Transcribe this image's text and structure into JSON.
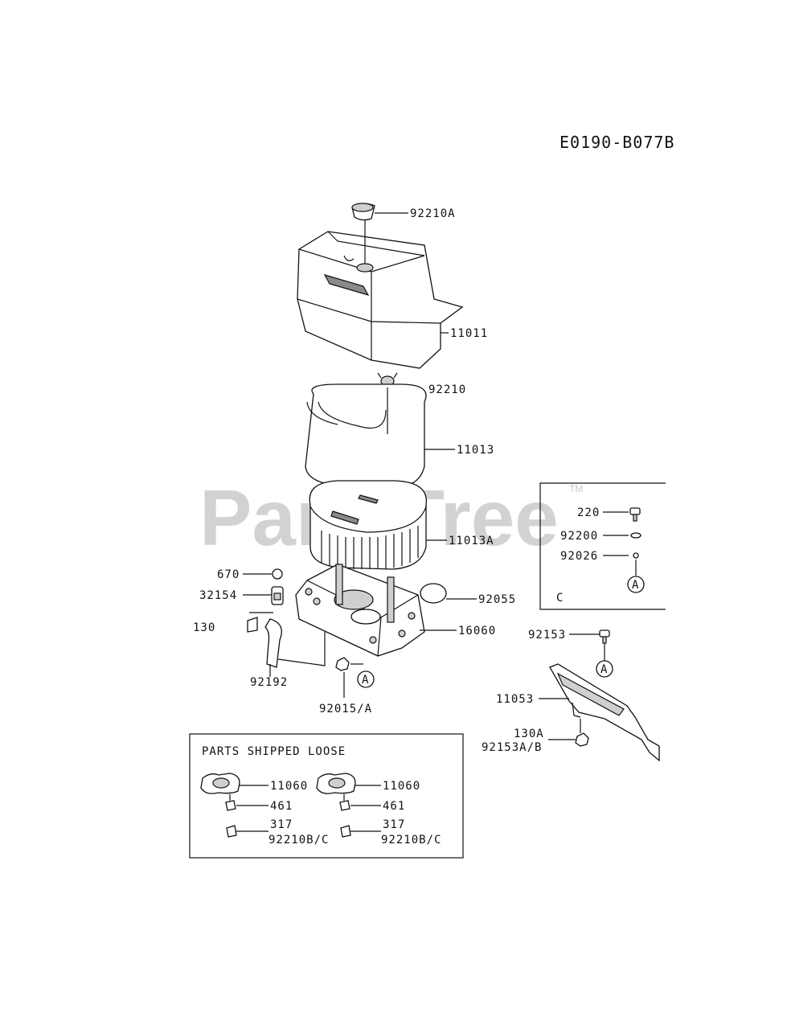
{
  "diagram_code": "E0190-B077B",
  "watermark": {
    "text": "PartsTree",
    "tm": "TM"
  },
  "callouts": {
    "c92210A": "92210A",
    "c11011": "11011",
    "c92210": "92210",
    "c11013": "11013",
    "c11013A": "11013A",
    "c670": "670",
    "c32154": "32154",
    "c130": "130",
    "c92055": "92055",
    "c16060": "16060",
    "c92192": "92192",
    "c92015A": "92015/A",
    "ref_a_main": "A"
  },
  "inset_c": {
    "items": [
      "220",
      "92200",
      "92026"
    ],
    "ref_a": "A",
    "label": "C"
  },
  "bracket": {
    "c92153": "92153",
    "c11053": "11053",
    "c130A": "130A",
    "c92153AB": "92153A/B",
    "ref_a": "A"
  },
  "loose_parts": {
    "title": "PARTS SHIPPED LOOSE",
    "left": {
      "gasket": "11060",
      "clip": "461",
      "nut_a": "317",
      "nut_b": "92210B/C"
    },
    "right": {
      "gasket": "11060",
      "clip": "461",
      "nut_a": "317",
      "nut_b": "92210B/C"
    }
  }
}
